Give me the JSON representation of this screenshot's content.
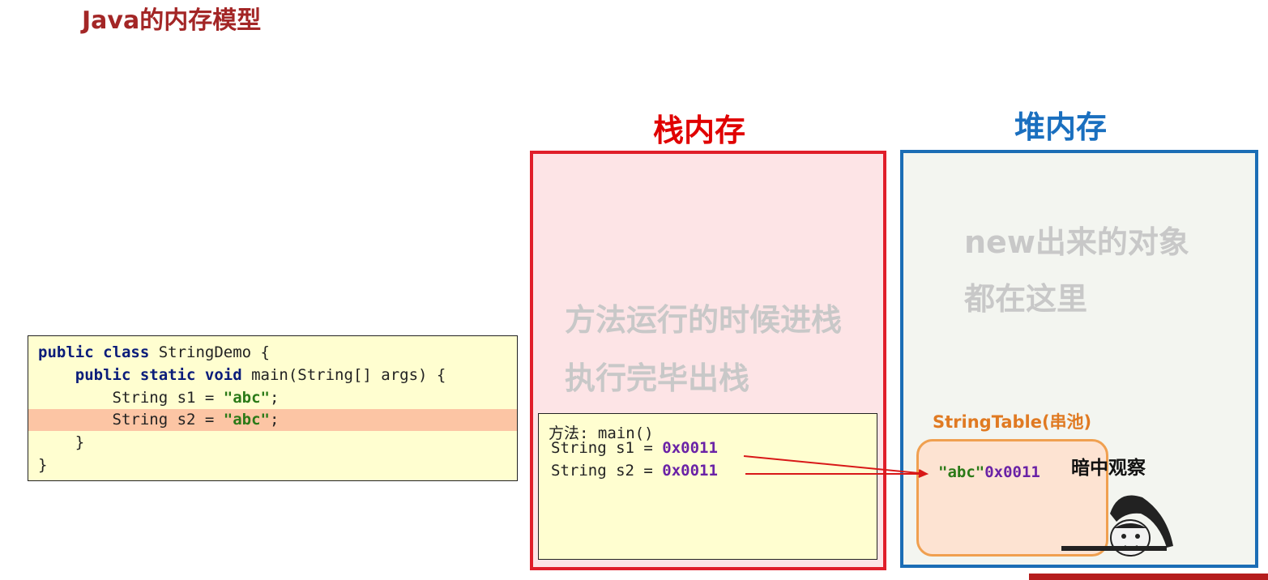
{
  "title": "Java的内存模型",
  "stack": {
    "title": "栈内存",
    "note_line1": "方法运行的时候进栈",
    "note_line2": "执行完毕出栈",
    "frame": {
      "label": "方法: main()",
      "s1_decl": "String s1 = ",
      "s1_value": "0x0011",
      "s2_decl": "String s2 = ",
      "s2_value": "0x0011"
    }
  },
  "heap": {
    "title": "堆内存",
    "note_line1": "new出来的对象",
    "note_line2": "都在这里",
    "string_table": {
      "label": "StringTable(串池)",
      "entry_string": "\"abc\"",
      "entry_address": "0x0011"
    }
  },
  "code": {
    "l1_kw": "public class",
    "l1_rest": " StringDemo {",
    "l2_indent": "    ",
    "l2_kw": "public static void",
    "l2_rest": " main(String[] args) {",
    "l3_prefix": "        String s1 = ",
    "l3_str": "\"abc\"",
    "l3_suffix": ";",
    "l4_prefix": "        String s2 = ",
    "l4_str": "\"abc\"",
    "l4_suffix": ";",
    "l5": "    }",
    "l6": "}"
  },
  "overlay_text": "暗中观察",
  "colors": {
    "title": "#a32626",
    "stack_accent": "#e01e2a",
    "heap_accent": "#1b6db5",
    "pool_accent": "#e07a22",
    "keyword": "#0b1d7a",
    "string_literal": "#2b7a18",
    "address": "#6a22a6",
    "highlight_row": "#fcc5a4"
  }
}
